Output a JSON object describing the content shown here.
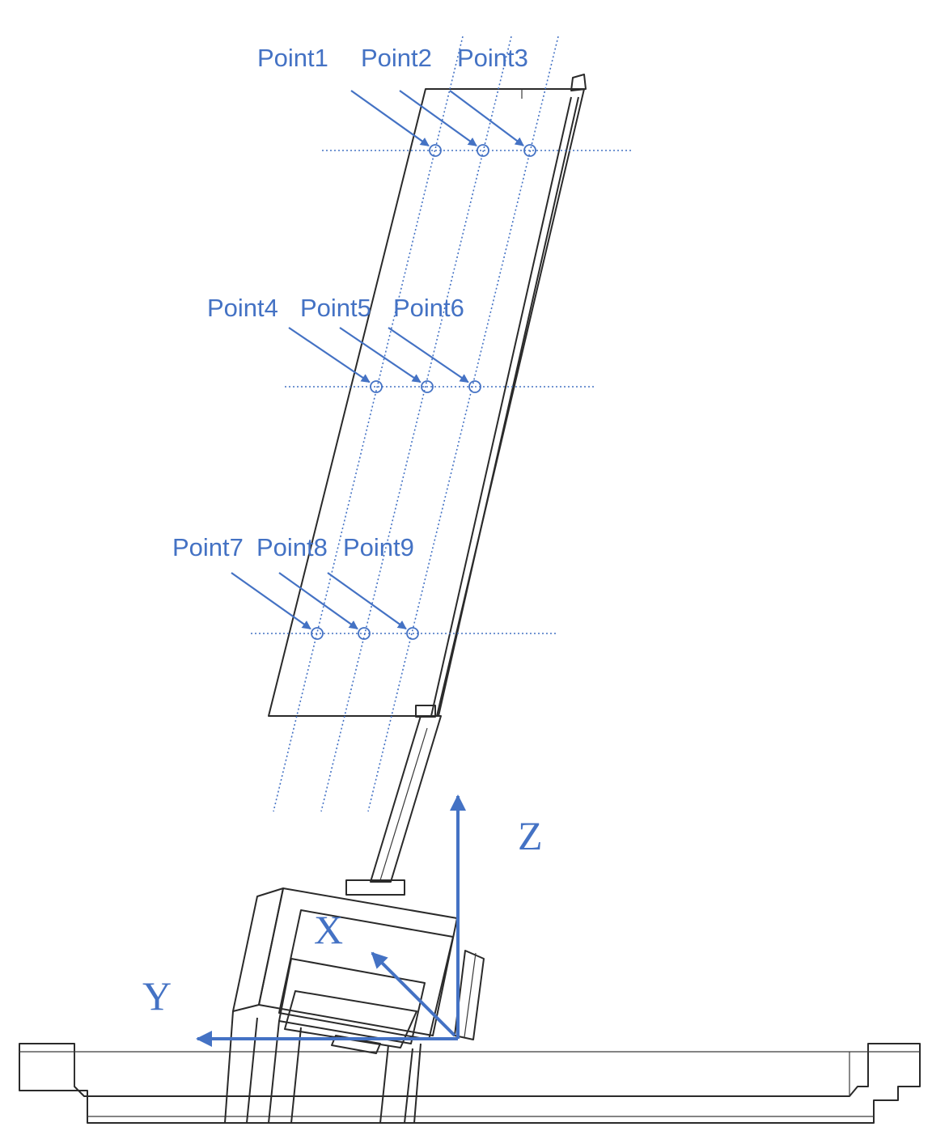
{
  "points": [
    {
      "label": "Point1"
    },
    {
      "label": "Point2"
    },
    {
      "label": "Point3"
    },
    {
      "label": "Point4"
    },
    {
      "label": "Point5"
    },
    {
      "label": "Point6"
    },
    {
      "label": "Point7"
    },
    {
      "label": "Point8"
    },
    {
      "label": "Point9"
    }
  ],
  "axes": {
    "x": "X",
    "y": "Y",
    "z": "Z"
  },
  "colors": {
    "accent": "#4472c4",
    "line": "#2a2a2a"
  }
}
